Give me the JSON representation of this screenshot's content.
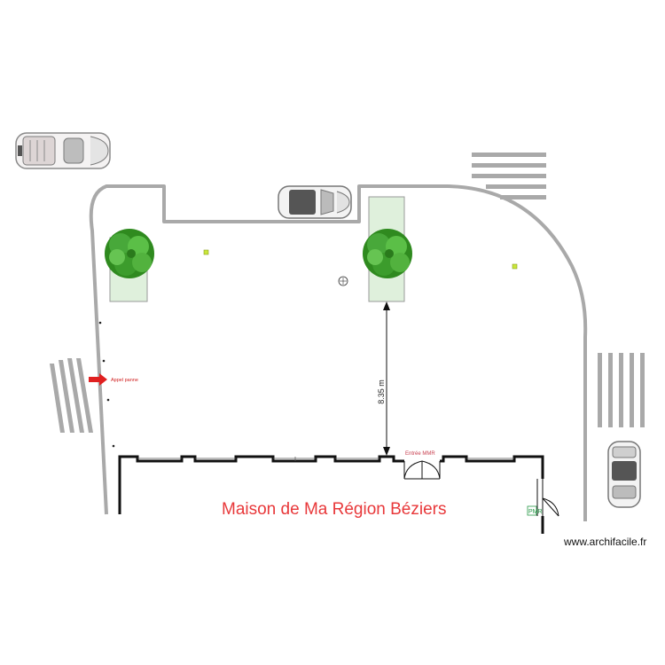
{
  "plan": {
    "building_name": "Maison de Ma Région Béziers",
    "entrance_label": "Entrée MMR",
    "call_label": "Appel panne",
    "dimension_label": "8.35 m",
    "pmr_label": "PMR",
    "watermark": "www.archifacile.fr"
  },
  "colors": {
    "curb": "#a9a9a9",
    "wall": "#111111",
    "title": "#e8383a",
    "planter_fill": "#dff0dc",
    "tree": "#3f9d2b",
    "arrow": "#e02020",
    "marker": "#c9e63a"
  },
  "icons": {
    "tree": "tree-icon",
    "car": "car-icon",
    "arrow": "arrow-right-icon",
    "door": "door-icon",
    "fountain": "drain-icon"
  }
}
